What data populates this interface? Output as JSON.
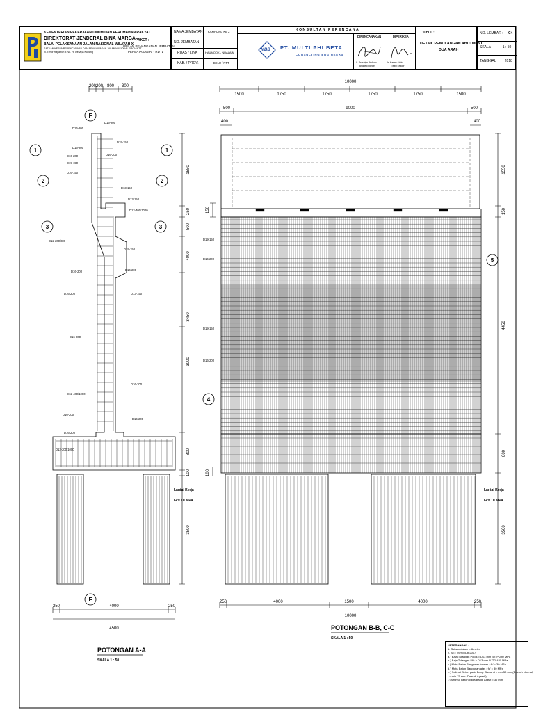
{
  "header": {
    "ministry_line1": "KEMENTERIAN PEKERJAAN UMUM DAN PERUMAHAN RAKYAT",
    "ministry_line2": "DIREKTORAT JENDERAL BINA MARGA",
    "ministry_line3": "BALAI PELAKSANAAN JALAN NASIONAL WILAYAH X",
    "ministry_line4": "SATUAN KERJA PERENCANAAN DAN PENGAWASAN JALAN NASIONAL PROV NTT",
    "ministry_line5": "Jl. Timor Raya Km 8 No. 76 Oesapa Kupang",
    "paket_label": "PAKET :",
    "paket_line1": "USULAN PENANGANAN JEMBATAN",
    "paket_line2": "PERBATASAN RI - RDTL",
    "fields": [
      {
        "label": "NAMA JEMBATAN",
        "value": "KAMPUNG KB 2"
      },
      {
        "label": "NO. JEMBATAN",
        "value": "-"
      },
      {
        "label": "RUAS / LINK",
        "value": "HAUMOOK - NUALAIN"
      },
      {
        "label": "KAB. / PROV.",
        "value": "BELU / NTT"
      }
    ],
    "consultant_title": "KONSULTAN PERENCANA",
    "company_logo": "MBB",
    "company_name": "PT. MULTI PHI BETA",
    "company_sub": "CONSULTING ENGINEERS",
    "direncanakan_label": "DIRENCANAKAN",
    "diperiksa_label": "DIPERIKSA",
    "signer1": "Ir. Prasetyo Widodo",
    "signer1_role": "Bridge Engineer",
    "signer2": "Ir. Hasan Abdul",
    "signer2_role": "Team Leader",
    "judul_label": "JUDUL :",
    "judul_line1": "DETAIL PENULANGAN ABUTMENT",
    "judul_line2": "DUA ARAH",
    "no_lembar_label": "NO. LEMBAR :",
    "no_lembar_value": "C4",
    "skala_label": "SKALA",
    "skala_value": ": 1 : 50",
    "tanggal_label": "TANGGAL",
    "tanggal_value": ": 2018"
  },
  "left_view": {
    "title": "POTONGAN A-A",
    "scale": "SKALA 1 : 50",
    "top_dims": [
      "200",
      "200",
      "800",
      "300"
    ],
    "bottom_dims": [
      "250",
      "4000",
      "250"
    ],
    "bottom_total": "4500",
    "right_dims": [
      "1550",
      "250",
      "500",
      "4000",
      "3450",
      "3000",
      "800",
      "100",
      "3500"
    ],
    "section_marks": [
      "1",
      "2",
      "3",
      "F",
      "F"
    ],
    "bar_labels": [
      "D16-200",
      "D16-200",
      "D16-200",
      "D19-150",
      "D16-150",
      "D12-200/300",
      "D16-200",
      "D16-200",
      "D16-200",
      "D12-400/1000",
      "D16-200",
      "D16-200",
      "D16-200",
      "D19-150",
      "D16-200",
      "D13-150",
      "D13-150",
      "D12-400/1000",
      "D19-150",
      "D16-200",
      "D13-150",
      "D16-200",
      "D16-200",
      "D12-200/1000"
    ],
    "lantai_kerja_line1": "Lantai Kerja",
    "lantai_kerja_line2": "Fc= 10 MPa"
  },
  "right_view": {
    "title": "POTONGAN B-B, C-C",
    "scale": "SKALA 1 : 50",
    "total_width": "10000",
    "top_dims": [
      "1500",
      "1750",
      "1750",
      "1750",
      "1750",
      "1500"
    ],
    "mid_dims": [
      "500",
      "9000",
      "500"
    ],
    "edge_dims": [
      "400",
      "400"
    ],
    "right_dims": [
      "1550",
      "150",
      "4450",
      "800",
      "3500"
    ],
    "left_dims": [
      "150",
      "100"
    ],
    "bottom_dims": [
      "250",
      "4000",
      "1500",
      "4000",
      "250"
    ],
    "bottom_total": "10000",
    "section_marks": [
      "5",
      "4"
    ],
    "bar_labels": [
      "D19-150",
      "D16-200",
      "D19-150",
      "D16-200"
    ],
    "lantai_kerja_line1": "Lantai Kerja",
    "lantai_kerja_line2": "Fc= 10 MPa"
  },
  "notes": {
    "title": "KETERANGAN :",
    "lines": [
      "1. Satuan dalam milimeter.",
      "2. SE : 05/SE/Db/2017",
      "   a.) Baja Tulangan Polos = D13 mm BJTP 280 MPa",
      "   b.) Baja Tulangan Ulir   > D13 mm BJTD 420 MPa",
      "   c.) Mutu Beton Bangunan bawah : fc' = 30 MPa",
      "   d.) Mutu Beton Bangunan atas : fc' = 30 MPa",
      "   e.) Selimut Beton pada Bang. Bawah t = min 50 mm (Daerah Normal)",
      "                                  t = min 75 mm (Daerah Agresif)",
      "   f.) Selimut Beton pada Bang. Atas t = 30 mm"
    ]
  }
}
